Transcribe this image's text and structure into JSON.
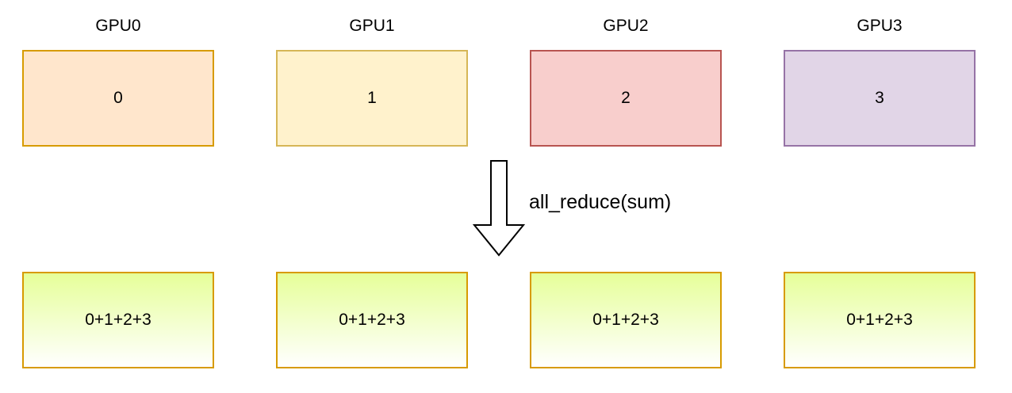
{
  "gpus": [
    {
      "label": "GPU0",
      "value": "0",
      "fill": "#ffe6cc",
      "stroke": "#d79b00"
    },
    {
      "label": "GPU1",
      "value": "1",
      "fill": "#fff2cc",
      "stroke": "#d6b656"
    },
    {
      "label": "GPU2",
      "value": "2",
      "fill": "#f8cecc",
      "stroke": "#b85450"
    },
    {
      "label": "GPU3",
      "value": "3",
      "fill": "#e1d5e7",
      "stroke": "#9673a6"
    }
  ],
  "operation": {
    "label": "all_reduce(sum)"
  },
  "results": [
    {
      "value": "0+1+2+3"
    },
    {
      "value": "0+1+2+3"
    },
    {
      "value": "0+1+2+3"
    },
    {
      "value": "0+1+2+3"
    }
  ],
  "result_style": {
    "fill_top": "#e6ff99",
    "fill_bottom": "#ffffff",
    "stroke": "#d79b00"
  }
}
